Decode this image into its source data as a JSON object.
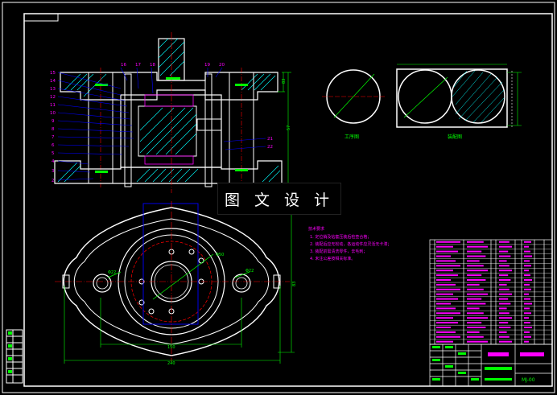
{
  "drawing": {
    "watermark": "图 文 设 计",
    "views": {
      "view_a_label": "工序图",
      "view_b_label": "装配图"
    },
    "notes": {
      "heading": "技术要求",
      "lines": [
        "1. 定位销及钻套压装后检查合格；",
        "2. 装配后应无松动，各运动件应灵活无卡滞；",
        "3. 装配前需清洗零件，去毛刺；",
        "4. 未注公差按相关标准。"
      ]
    },
    "dimensions": {
      "main_width": "240",
      "base_width": "150",
      "bore": "Φ50",
      "height": "57",
      "overall_height": "83",
      "hole": "Φ22",
      "drawing_code": "MJ-00"
    },
    "balloons": [
      "1",
      "2",
      "3",
      "4",
      "5",
      "6",
      "7",
      "8",
      "9",
      "10",
      "11",
      "12",
      "13",
      "14",
      "15",
      "16",
      "17",
      "18",
      "19",
      "20",
      "21",
      "22"
    ],
    "colors": {
      "frame": "#ffffff",
      "dim": "#00ff00",
      "center": "#ff0000",
      "hatch": "#00ffff",
      "title_accent": "#ff00ff",
      "leader": "#0000ff"
    }
  }
}
